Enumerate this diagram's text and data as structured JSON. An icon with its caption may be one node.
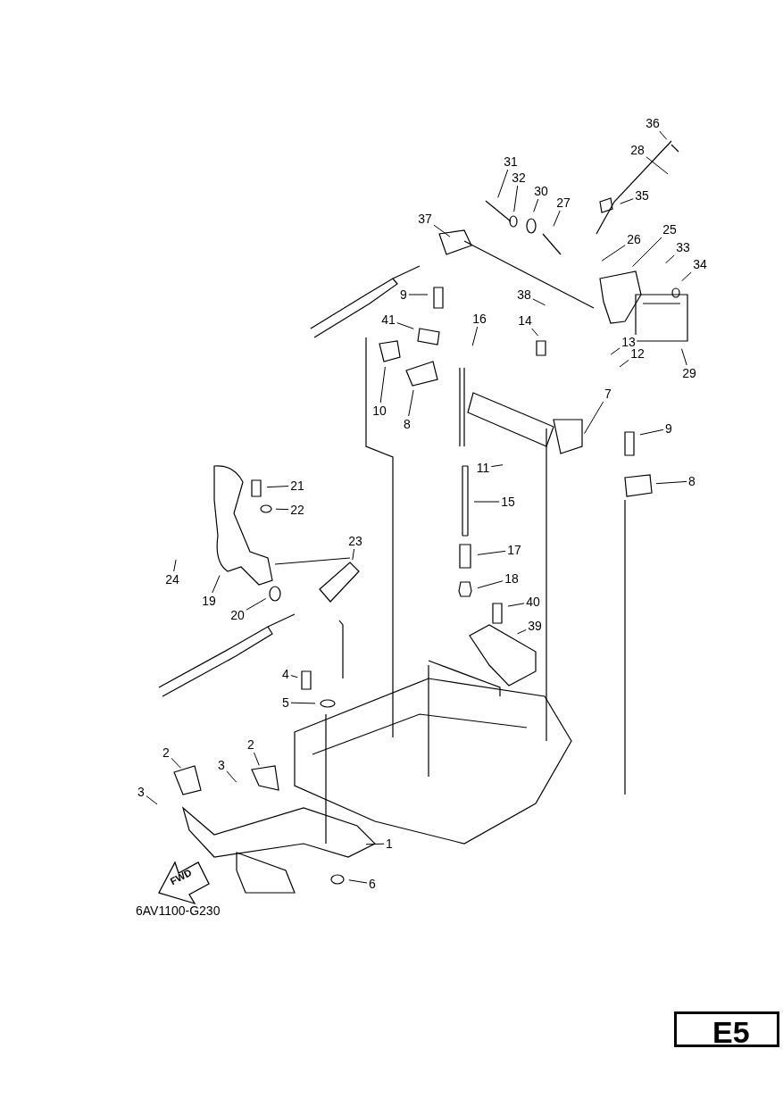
{
  "diagram": {
    "nodes": [
      {
        "text": [
          "36"
        ]
      },
      {
        "text": [
          "28"
        ]
      },
      {
        "text": [
          "31"
        ]
      },
      {
        "text": [
          "32"
        ]
      },
      {
        "text": [
          "30"
        ]
      },
      {
        "text": [
          "27"
        ]
      },
      {
        "text": [
          "35"
        ]
      },
      {
        "text": [
          "37"
        ]
      },
      {
        "text": [
          "25"
        ]
      },
      {
        "text": [
          "26"
        ]
      },
      {
        "text": [
          "33"
        ]
      },
      {
        "text": [
          "34"
        ]
      },
      {
        "text": [
          "9"
        ]
      },
      {
        "text": [
          "38"
        ]
      },
      {
        "text": [
          "16"
        ]
      },
      {
        "text": [
          "41"
        ]
      },
      {
        "text": [
          "14"
        ]
      },
      {
        "text": [
          "13"
        ]
      },
      {
        "text": [
          "12"
        ]
      },
      {
        "text": [
          "29"
        ]
      },
      {
        "text": [
          "10"
        ]
      },
      {
        "text": [
          "8"
        ]
      },
      {
        "text": [
          "7"
        ]
      },
      {
        "text": [
          "9"
        ]
      },
      {
        "text": [
          "11"
        ]
      },
      {
        "text": [
          "8"
        ]
      },
      {
        "text": [
          "21"
        ]
      },
      {
        "text": [
          "22"
        ]
      },
      {
        "text": [
          "15"
        ]
      },
      {
        "text": [
          "23"
        ]
      },
      {
        "text": [
          "17"
        ]
      },
      {
        "text": [
          "24"
        ]
      },
      {
        "text": [
          "18"
        ]
      },
      {
        "text": [
          "19"
        ]
      },
      {
        "text": [
          "20"
        ]
      },
      {
        "text": [
          "40"
        ]
      },
      {
        "text": [
          "39"
        ]
      },
      {
        "text": [
          "4"
        ]
      },
      {
        "text": [
          "5"
        ]
      },
      {
        "text": [
          "2"
        ]
      },
      {
        "text": [
          "2"
        ]
      },
      {
        "text": [
          "3"
        ]
      },
      {
        "text": [
          "3"
        ]
      },
      {
        "text": [
          "1"
        ]
      },
      {
        "text": [
          "6"
        ]
      }
    ],
    "edges": [
      {
        "from": 0,
        "to": null,
        "arrow": "none"
      },
      {
        "from": 1,
        "to": null,
        "arrow": "none"
      },
      {
        "from": 2,
        "to": null,
        "arrow": "none"
      },
      {
        "from": 3,
        "to": null,
        "arrow": "none"
      },
      {
        "from": 4,
        "to": null,
        "arrow": "none"
      },
      {
        "from": 5,
        "to": null,
        "arrow": "none"
      },
      {
        "from": 6,
        "to": null,
        "arrow": "none"
      },
      {
        "from": 7,
        "to": null,
        "arrow": "none"
      },
      {
        "from": 8,
        "to": null,
        "arrow": "none"
      },
      {
        "from": 9,
        "to": null,
        "arrow": "none"
      },
      {
        "from": 10,
        "to": null,
        "arrow": "none"
      },
      {
        "from": 11,
        "to": null,
        "arrow": "none"
      },
      {
        "from": 12,
        "to": null,
        "arrow": "none"
      },
      {
        "from": 13,
        "to": null,
        "arrow": "none"
      },
      {
        "from": 14,
        "to": null,
        "arrow": "none"
      },
      {
        "from": 15,
        "to": null,
        "arrow": "none"
      },
      {
        "from": 16,
        "to": null,
        "arrow": "none"
      },
      {
        "from": 17,
        "to": null,
        "arrow": "none"
      },
      {
        "from": 18,
        "to": null,
        "arrow": "none"
      },
      {
        "from": 19,
        "to": null,
        "arrow": "none"
      },
      {
        "from": 20,
        "to": null,
        "arrow": "none"
      },
      {
        "from": 21,
        "to": null,
        "arrow": "none"
      },
      {
        "from": 22,
        "to": null,
        "arrow": "none"
      },
      {
        "from": 23,
        "to": null,
        "arrow": "none"
      },
      {
        "from": 24,
        "to": null,
        "arrow": "none"
      },
      {
        "from": 25,
        "to": null,
        "arrow": "none"
      },
      {
        "from": 26,
        "to": null,
        "arrow": "none"
      },
      {
        "from": 27,
        "to": null,
        "arrow": "none"
      },
      {
        "from": 28,
        "to": null,
        "arrow": "none"
      },
      {
        "from": 29,
        "to": null,
        "arrow": "none"
      },
      {
        "from": 30,
        "to": null,
        "arrow": "none"
      },
      {
        "from": 31,
        "to": null,
        "arrow": "none"
      },
      {
        "from": 32,
        "to": null,
        "arrow": "none"
      },
      {
        "from": 33,
        "to": null,
        "arrow": "none"
      },
      {
        "from": 34,
        "to": null,
        "arrow": "none"
      },
      {
        "from": 35,
        "to": null,
        "arrow": "none"
      },
      {
        "from": 36,
        "to": null,
        "arrow": "none"
      },
      {
        "from": 37,
        "to": null,
        "arrow": "none"
      },
      {
        "from": 38,
        "to": null,
        "arrow": "none"
      },
      {
        "from": 39,
        "to": null,
        "arrow": "none"
      },
      {
        "from": 40,
        "to": null,
        "arrow": "none"
      },
      {
        "from": 41,
        "to": null,
        "arrow": "none"
      },
      {
        "from": 42,
        "to": null,
        "arrow": "none"
      },
      {
        "from": 43,
        "to": null,
        "arrow": "none"
      },
      {
        "from": 44,
        "to": null,
        "arrow": "none"
      }
    ],
    "labels": [
      "FWD",
      "6AV1100-G230",
      "E5"
    ]
  }
}
